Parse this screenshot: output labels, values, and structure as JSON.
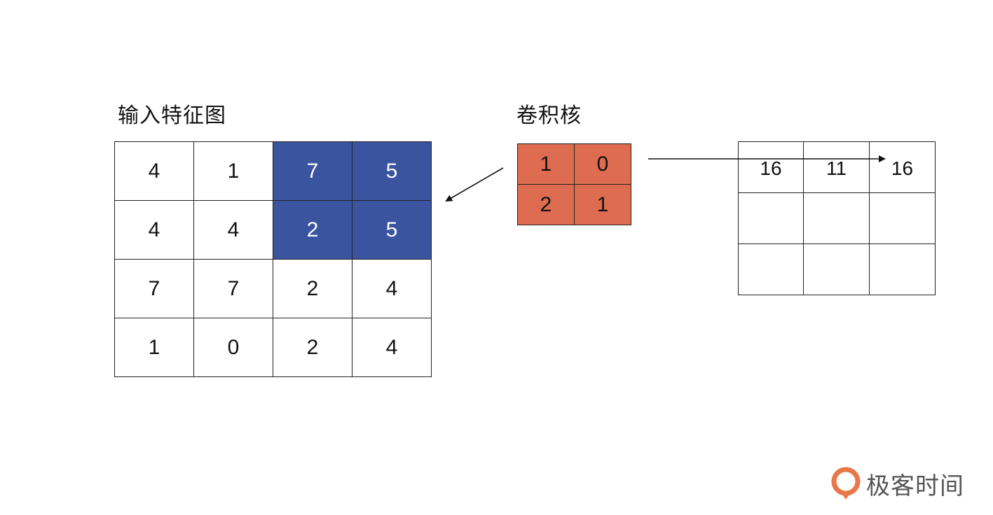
{
  "input": {
    "title": "输入特征图",
    "rows": [
      [
        "4",
        "1",
        "7",
        "5"
      ],
      [
        "4",
        "4",
        "2",
        "5"
      ],
      [
        "7",
        "7",
        "2",
        "4"
      ],
      [
        "1",
        "0",
        "2",
        "4"
      ]
    ],
    "highlight_color": "#3a54a0"
  },
  "kernel": {
    "title": "卷积核",
    "rows": [
      [
        "1",
        "0"
      ],
      [
        "2",
        "1"
      ]
    ],
    "color": "#dd6c50"
  },
  "output": {
    "rows": [
      [
        "16",
        "11",
        "16"
      ],
      [
        "",
        "",
        ""
      ],
      [
        "",
        "",
        ""
      ]
    ]
  },
  "logo": {
    "text": "极客时间",
    "icon": "geektime-logo-icon",
    "color": "#e8774a"
  }
}
